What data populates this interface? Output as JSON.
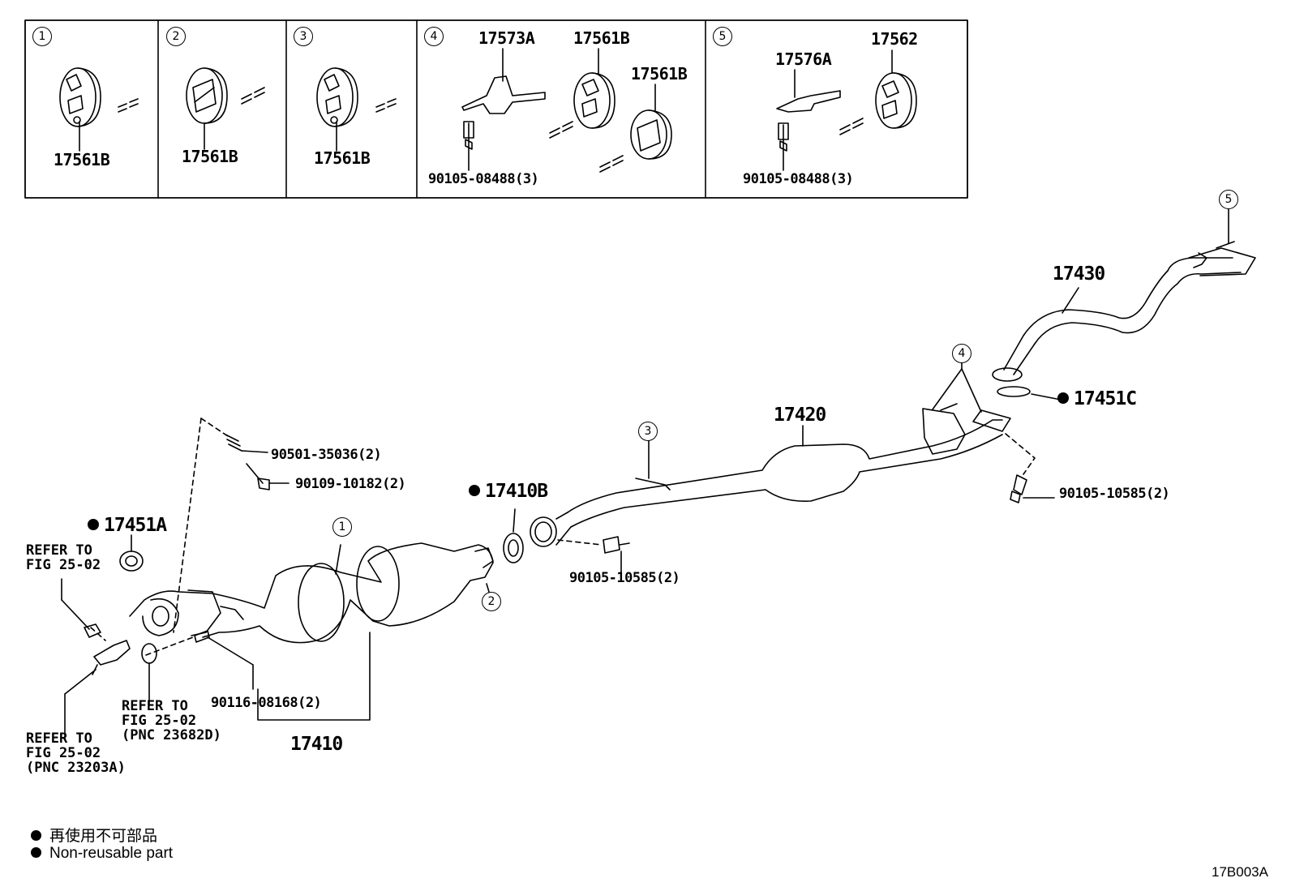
{
  "boxes": [
    {
      "num": "1",
      "parts": [
        "17561B"
      ]
    },
    {
      "num": "2",
      "parts": [
        "17561B"
      ]
    },
    {
      "num": "3",
      "parts": [
        "17561B"
      ]
    },
    {
      "num": "4",
      "parts": [
        "17573A",
        "17561B",
        "17561B",
        "90105-08488(3)"
      ]
    },
    {
      "num": "5",
      "parts": [
        "17576A",
        "17562",
        "90105-08488(3)"
      ]
    }
  ],
  "callouts": {
    "c1": "1",
    "c2": "2",
    "c3": "3",
    "c4": "4",
    "c5": "5"
  },
  "parts": {
    "p17430": "17430",
    "p17420": "17420",
    "p17451C": "17451C",
    "p17410B": "17410B",
    "p17451A": "17451A",
    "p17410": "17410",
    "b90501": "90501-35036(2)",
    "b90109": "90109-10182(2)",
    "b90105a": "90105-10585(2)",
    "b90105b": "90105-10585(2)",
    "b90116": "90116-08168(2)"
  },
  "refs": {
    "r1": "REFER TO\nFIG 25-02",
    "r2": "REFER TO\nFIG 25-02\n(PNC 23682D)",
    "r3": "REFER TO\nFIG 25-02\n(PNC 23203A)"
  },
  "legend": {
    "jp": "再使用不可部品",
    "en": "Non-reusable part"
  },
  "figure_code": "17B003A"
}
